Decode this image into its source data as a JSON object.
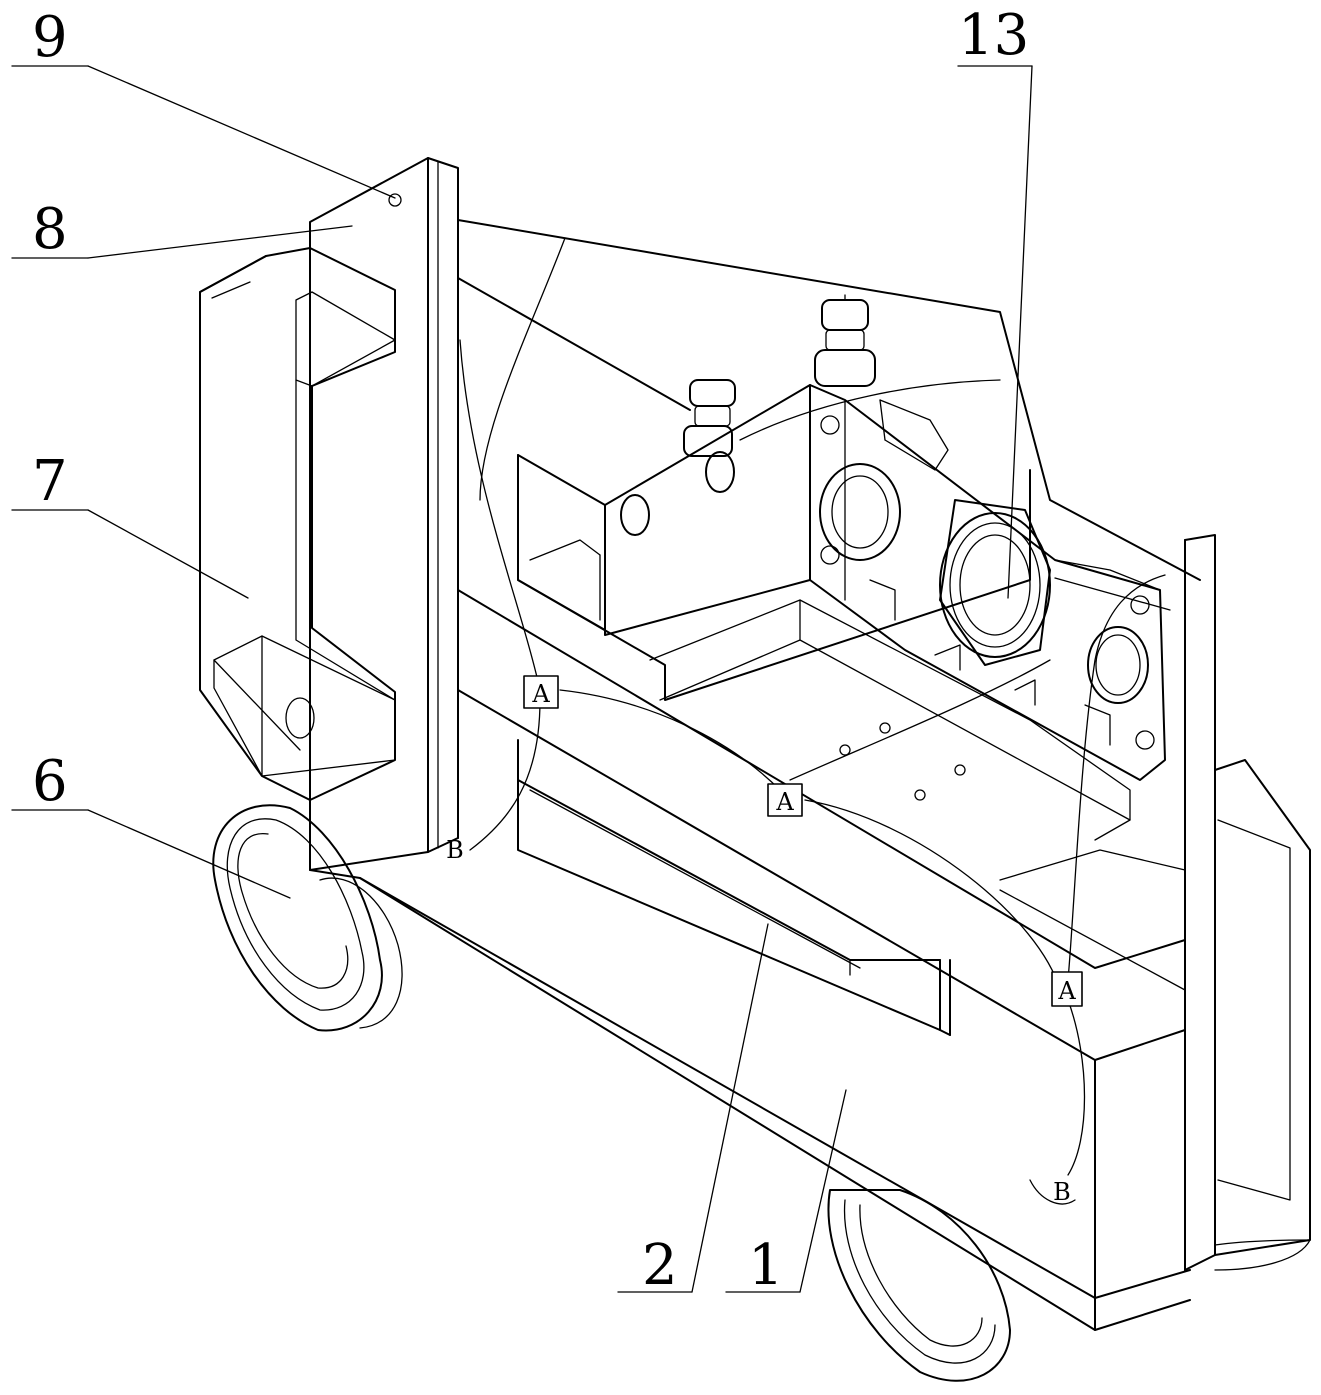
{
  "callouts": {
    "n1": "1",
    "n2": "2",
    "n6": "6",
    "n7": "7",
    "n8": "8",
    "n9": "9",
    "n13": "13"
  },
  "section_marks": {
    "a1": "A",
    "a2": "A",
    "a3": "A",
    "b1": "B",
    "b2": "B"
  },
  "colors": {
    "line": "#000000",
    "background": "#ffffff"
  }
}
